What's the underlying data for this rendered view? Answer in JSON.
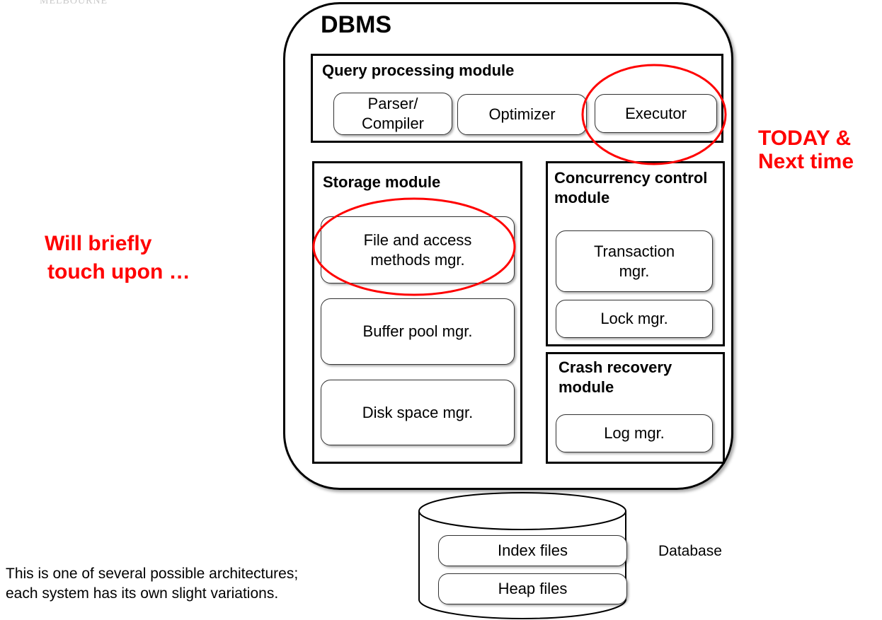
{
  "header": {
    "logo_text": "MELBOURNE"
  },
  "dbms": {
    "title": "DBMS"
  },
  "query_module": {
    "title": "Query processing module",
    "items": [
      "Parser/\nCompiler",
      "Optimizer",
      "Executor"
    ]
  },
  "storage_module": {
    "title": "Storage module",
    "items": [
      "File and access methods mgr.",
      "Buffer pool mgr.",
      "Disk space mgr."
    ]
  },
  "concurrency_module": {
    "title": "Concurrency control module",
    "items": [
      "Transaction mgr.",
      "Lock mgr."
    ]
  },
  "recovery_module": {
    "title": "Crash recovery module",
    "items": [
      "Log mgr."
    ]
  },
  "database": {
    "label": "Database",
    "files": [
      "Index files",
      "Heap files"
    ]
  },
  "annotations": {
    "today_line1": "TODAY &",
    "today_line2": "Next time",
    "briefly_line1": "Will briefly",
    "briefly_line2": "touch upon …",
    "highlight_color": "#ff0000"
  },
  "footnote": {
    "line1": "This is one of several possible architectures;",
    "line2": "each system has its own slight variations."
  }
}
